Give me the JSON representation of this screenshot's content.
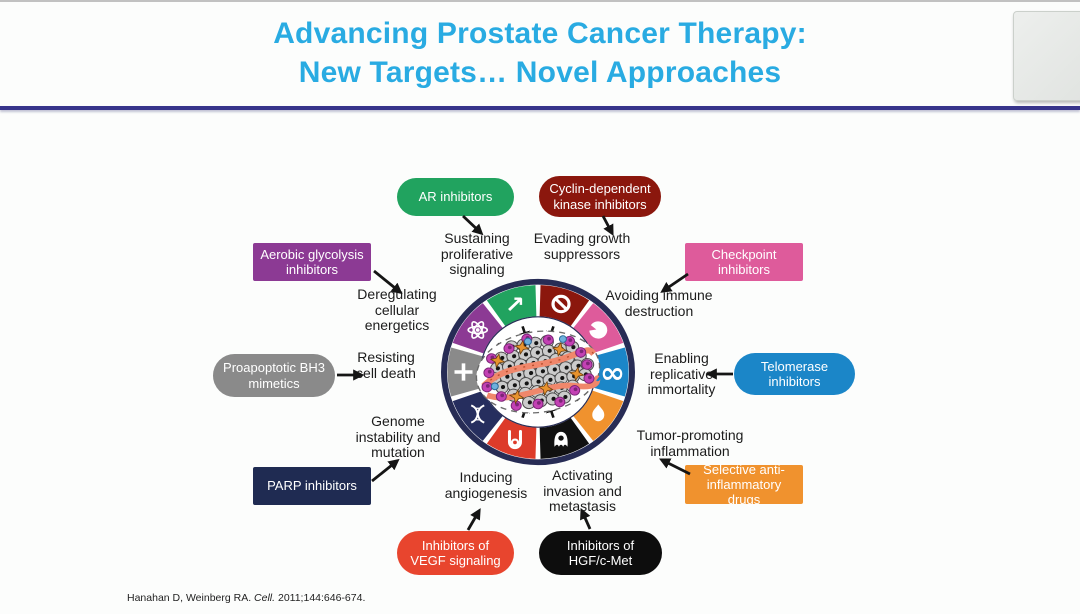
{
  "slide": {
    "background": "#fcfdfc",
    "title": {
      "line1": "Advancing Prostate Cancer Therapy:",
      "line2": "New Targets… Novel Approaches",
      "color": "#29abe2"
    },
    "divider_color": "#37348b",
    "citation": {
      "authors": "Hanahan D, Weinberg RA. ",
      "journal": "Cell.",
      "rest": " 2011;144:646-674."
    }
  },
  "diagram": {
    "items": [
      {
        "hallmark": "Sustaining proliferative signaling",
        "therapy": "AR inhibitors",
        "therapy_color": "#21a35f",
        "shape": "pill"
      },
      {
        "hallmark": "Evading growth suppressors",
        "therapy": "Cyclin-dependent kinase inhibitors",
        "therapy_color": "#8b170d",
        "shape": "pill"
      },
      {
        "hallmark": "Avoiding immune destruction",
        "therapy": "Checkpoint inhibitors",
        "therapy_color": "#de5b9b",
        "shape": "rect"
      },
      {
        "hallmark": "Enabling replicative immortality",
        "therapy": "Telomerase inhibitors",
        "therapy_color": "#1b86c8",
        "shape": "pill"
      },
      {
        "hallmark": "Tumor-promoting inflammation",
        "therapy": "Selective anti-inflammatory drugs",
        "therapy_color": "#f0922e",
        "shape": "rect"
      },
      {
        "hallmark": "Activating invasion and metastasis",
        "therapy": "Inhibitors of HGF/c-Met",
        "therapy_color": "#0d0d0d",
        "shape": "pill"
      },
      {
        "hallmark": "Inducing angiogenesis",
        "therapy": "Inhibitors of VEGF signaling",
        "therapy_color": "#e8452e",
        "shape": "pill"
      },
      {
        "hallmark": "Genome instability and mutation",
        "therapy": "PARP inhibitors",
        "therapy_color": "#1f2b52",
        "shape": "rect"
      },
      {
        "hallmark": "Resisting cell death",
        "therapy": "Proapoptotic BH3 mimetics",
        "therapy_color": "#8a8a8a",
        "shape": "pill"
      },
      {
        "hallmark": "Deregulating cellular energetics",
        "therapy": "Aerobic glycolysis inhibitors",
        "therapy_color": "#8c3a94",
        "shape": "rect"
      }
    ],
    "wheel": {
      "ring_color": "#272c55",
      "glyphs": {
        "infinity": "∞",
        "arrow-up-right": "↗"
      },
      "segments": [
        {
          "name": "sustaining-proliferative-signaling",
          "color": "#21a35f",
          "angle": 342,
          "icon": "arrow-up-right"
        },
        {
          "name": "evading-growth-suppressors",
          "color": "#8b170d",
          "angle": 18,
          "icon": "prohibition"
        },
        {
          "name": "avoiding-immune-destruction",
          "color": "#de5b9b",
          "angle": 54,
          "icon": "immune-cell"
        },
        {
          "name": "enabling-replicative-immortality",
          "color": "#1b86c8",
          "angle": 90,
          "icon": "infinity"
        },
        {
          "name": "tumor-promoting-inflammation",
          "color": "#f0922e",
          "angle": 126,
          "icon": "flame"
        },
        {
          "name": "activating-invasion-metastasis",
          "color": "#111111",
          "angle": 162,
          "icon": "invading-cell"
        },
        {
          "name": "inducing-angiogenesis",
          "color": "#dd3b2a",
          "angle": 198,
          "icon": "vessel"
        },
        {
          "name": "genome-instability-mutation",
          "color": "#262e5e",
          "angle": 234,
          "icon": "dna-helix"
        },
        {
          "name": "resisting-cell-death",
          "color": "#8a8a8a",
          "angle": 270,
          "icon": "plus"
        },
        {
          "name": "deregulating-cellular-energetics",
          "color": "#8c3a94",
          "angle": 306,
          "icon": "atom"
        }
      ]
    }
  }
}
